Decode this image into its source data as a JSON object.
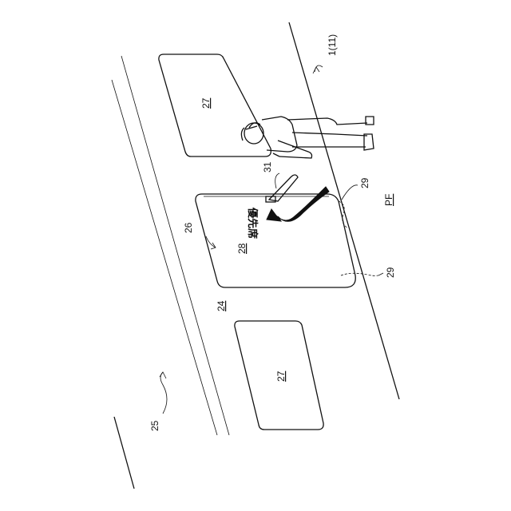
{
  "labels": {
    "train": "1(11)",
    "window_upper": "27",
    "window_lower": "27",
    "seat_text": "優先席",
    "handle": "31",
    "door_area_arrow": "26",
    "door": "28",
    "gap_upper": "29",
    "gap_lower": "29",
    "platform": "PF",
    "body": "24",
    "side": "25"
  }
}
